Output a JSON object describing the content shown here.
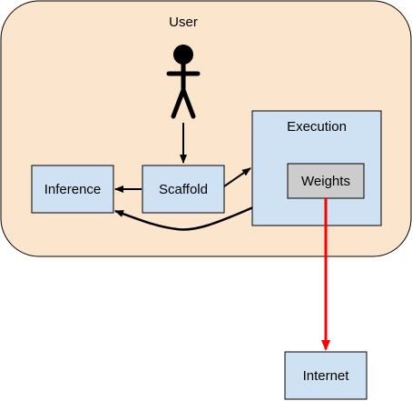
{
  "diagram": {
    "user_region": {
      "title": "User",
      "fill": "#fce5cd"
    },
    "nodes": {
      "inference": {
        "label": "Inference",
        "fill": "#cfe2f3"
      },
      "scaffold": {
        "label": "Scaffold",
        "fill": "#cfe2f3"
      },
      "execution": {
        "label": "Execution",
        "fill": "#cfe2f3"
      },
      "weights": {
        "label": "Weights",
        "fill": "#cccccc"
      },
      "internet": {
        "label": "Internet",
        "fill": "#cfe2f3"
      }
    },
    "icons": {
      "user_figure": "stick-figure-icon"
    },
    "edges": [
      {
        "from": "user",
        "to": "scaffold",
        "color": "#000000"
      },
      {
        "from": "scaffold",
        "to": "inference",
        "color": "#000000"
      },
      {
        "from": "scaffold",
        "to": "execution",
        "color": "#000000"
      },
      {
        "from": "execution",
        "to": "inference",
        "color": "#000000"
      },
      {
        "from": "weights",
        "to": "internet",
        "color": "#ff0000"
      }
    ]
  }
}
